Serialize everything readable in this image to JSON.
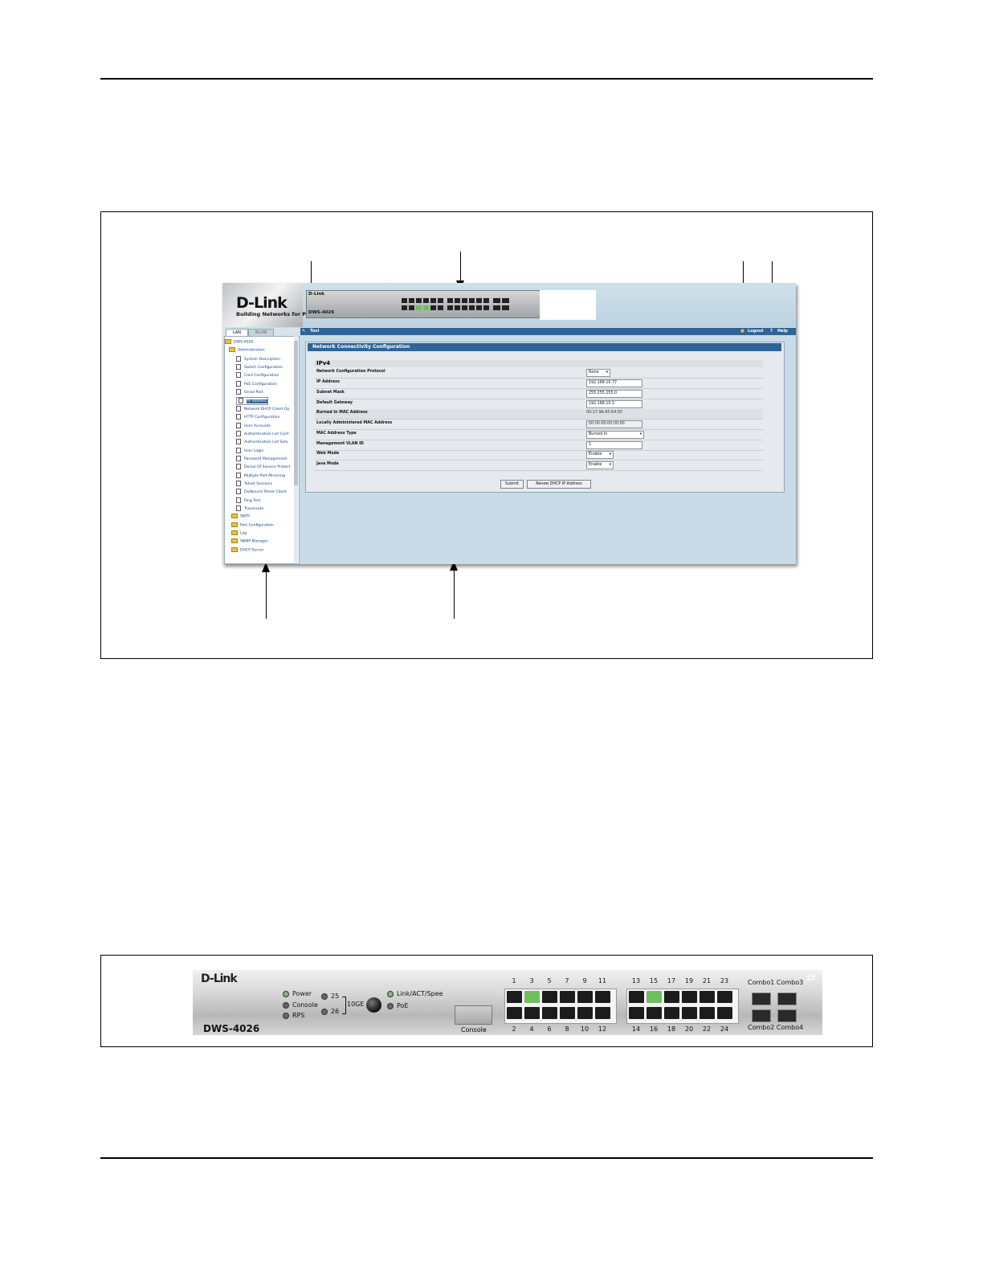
{
  "app": {
    "brand": "D-Link",
    "tagline": "Building Networks for People",
    "device_model": "DWS-4026",
    "tabs": [
      "LAN",
      "WLAN"
    ],
    "toolbar": {
      "tool": "Tool",
      "logout": "Logout",
      "help": "Help"
    },
    "nav": {
      "root": "DWS-4026",
      "admin": "Administration",
      "items": [
        "System Description",
        "Switch Configuration",
        "Card Configuration",
        "PoE Configuration",
        "Serial Port",
        "IP Address",
        "Network DHCP Client Op",
        "HTTP Configuration",
        "User Accounts",
        "Authentication List Conf",
        "Authentication List Sele",
        "User Login",
        "Password Management",
        "Denial Of Service Protect",
        "Multiple Port Mirroring",
        "Telnet Sessions",
        "Outbound Telnet Client",
        "Ping Test",
        "Traceroute"
      ],
      "folders": [
        "SNTP",
        "Port Configuration",
        "Log",
        "SNMP Manager",
        "DHCP Server"
      ]
    },
    "panel": {
      "title": "Network Connectivity Configuration",
      "section": "IPv4",
      "rows": [
        {
          "label": "Network Configuration Protocol",
          "value": "None"
        },
        {
          "label": "IP Address",
          "value": "192.168.10.77"
        },
        {
          "label": "Subnet Mask",
          "value": "255.255.255.0"
        },
        {
          "label": "Default Gateway",
          "value": "192.168.10.1"
        },
        {
          "label": "Burned In MAC Address",
          "value": "00:17:9A:95:64:50"
        },
        {
          "label": "Locally Administered MAC Address",
          "value": "00:00:00:00:00:00"
        },
        {
          "label": "MAC Address Type",
          "value": "Burned In"
        },
        {
          "label": "Management VLAN ID",
          "value": "1"
        },
        {
          "label": "Web Mode",
          "value": "Enable"
        },
        {
          "label": "Java Mode",
          "value": "Enable"
        }
      ],
      "buttons": {
        "submit": "Submit",
        "renew": "Renew DHCP IP Address"
      }
    }
  },
  "front_panel": {
    "brand": "D-Link",
    "model": "DWS-4026",
    "leds": {
      "power": "Power",
      "console": "Console",
      "rps": "RPS",
      "p25": "25",
      "p26": "26",
      "tengig": "10GE",
      "link": "Link/ACT/Spee",
      "poe": "PoE"
    },
    "console_label": "Console",
    "top_ports": [
      "1",
      "3",
      "5",
      "7",
      "9",
      "11",
      "13",
      "15",
      "17",
      "19",
      "21",
      "23"
    ],
    "bottom_ports": [
      "2",
      "4",
      "6",
      "8",
      "10",
      "12",
      "14",
      "16",
      "18",
      "20",
      "22",
      "24"
    ],
    "combo": {
      "c1c3": "Combo1 Combo3",
      "c2c4": "Combo2 Combo4"
    },
    "active_port_color": "#6fc05a"
  }
}
